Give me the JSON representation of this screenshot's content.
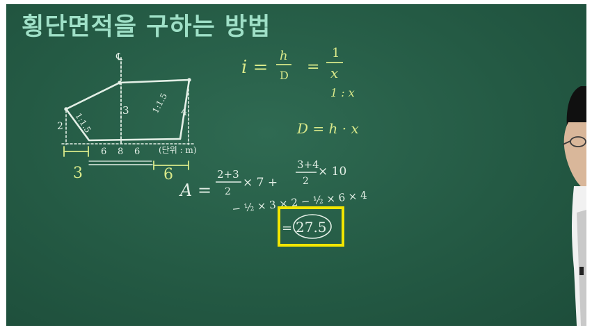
{
  "title": "횡단면적을 구하는 방법",
  "diagram": {
    "centerline_label": "℄",
    "height_center": "3",
    "height_right": "4",
    "height_left": "2",
    "slope_left": "1:1.5",
    "slope_right": "1:1.5",
    "base_left_dim": "6",
    "base_width": "8",
    "base_right_dim": "6",
    "unit_note": "(단위 : m)",
    "left_extent": "3",
    "right_extent": "6"
  },
  "formulas": {
    "i_eq_lhs": "i =",
    "i_num": "h",
    "i_den": "D",
    "eq2": "=",
    "frac1_num": "1",
    "frac1_den": "x",
    "ratio": "1 : x",
    "d_eq": "D = h · x",
    "area_lhs": "A =",
    "t1_num": "2+3",
    "t1_den": "2",
    "t1_tail": "× 7 +",
    "t2_num": "3+4",
    "t2_den": "2",
    "t2_tail": "× 10",
    "line2": "− ½ × 3 × 2 − ½ × 6 × 4",
    "result_prefix": "=",
    "result": "27.5"
  },
  "colors": {
    "board": "#245a44",
    "chalk_white": "#e3efe6",
    "chalk_yellow": "#d9e98a",
    "title": "#9fe0c7",
    "highlight_box": "#f2e600"
  }
}
